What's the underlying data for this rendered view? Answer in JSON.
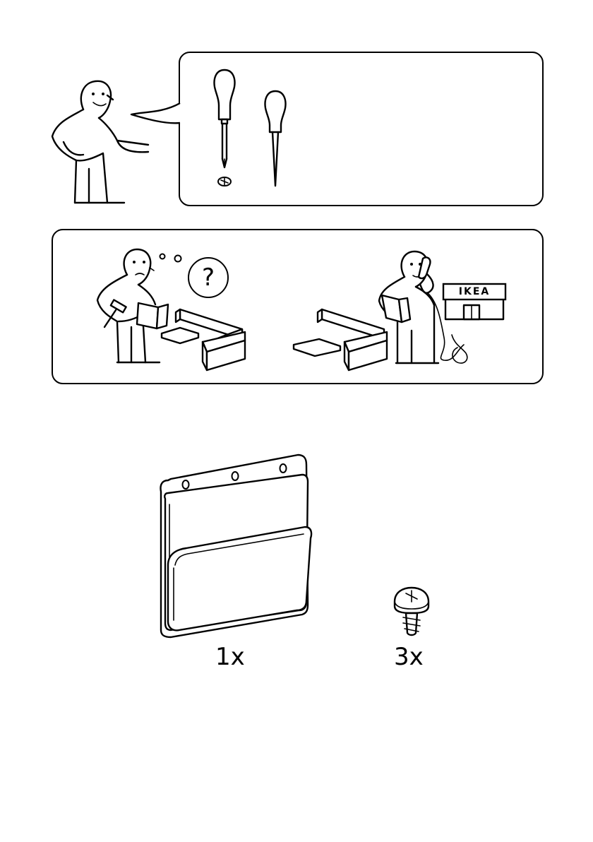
{
  "tools_panel": {
    "tools": [
      "phillips-screwdriver",
      "awl"
    ],
    "screw_head": "phillips-screw-head"
  },
  "help_panel": {
    "question_mark": "?",
    "store_sign": "IKEA"
  },
  "parts": [
    {
      "icon": "wall-pocket-organizer",
      "quantity": "1x"
    },
    {
      "icon": "screw",
      "quantity": "3x"
    }
  ]
}
